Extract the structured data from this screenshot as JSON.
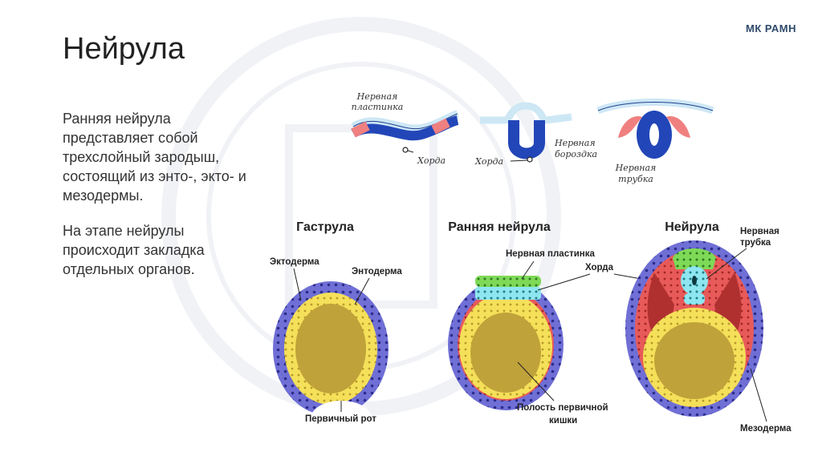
{
  "brand": "МК РАМН",
  "title": "Нейрула",
  "paragraphs": [
    "Ранняя нейрула представляет собой трехслойный зародыш, состоящий из энто-, экто- и мезодермы.",
    "На этапе нейрулы происходит закладка отдельных органов."
  ],
  "top_labels": {
    "neural_plate_1": "Нервная",
    "neural_plate_2": "пластинка",
    "chorda_1": "Хорда",
    "chorda_2": "Хорда",
    "groove_1": "Нервная",
    "groove_2": "бороздка",
    "tube_1": "Нервная",
    "tube_2": "трубка"
  },
  "headings": {
    "gastrula": "Гаструла",
    "early_neurula": "Ранняя нейрула",
    "neurula": "Нейрула"
  },
  "labels": {
    "ectoderm": "Эктодерма",
    "endoderm": "Энтодерма",
    "primary_mouth": "Первичный рот",
    "neural_plate": "Нервная пластинка",
    "chorda": "Хорда",
    "gut_cavity_1": "Полость первичной",
    "gut_cavity_2": "кишки",
    "neural_tube_1": "Нервная",
    "neural_tube_2": "трубка",
    "mesoderm": "Мезодерма"
  }
}
